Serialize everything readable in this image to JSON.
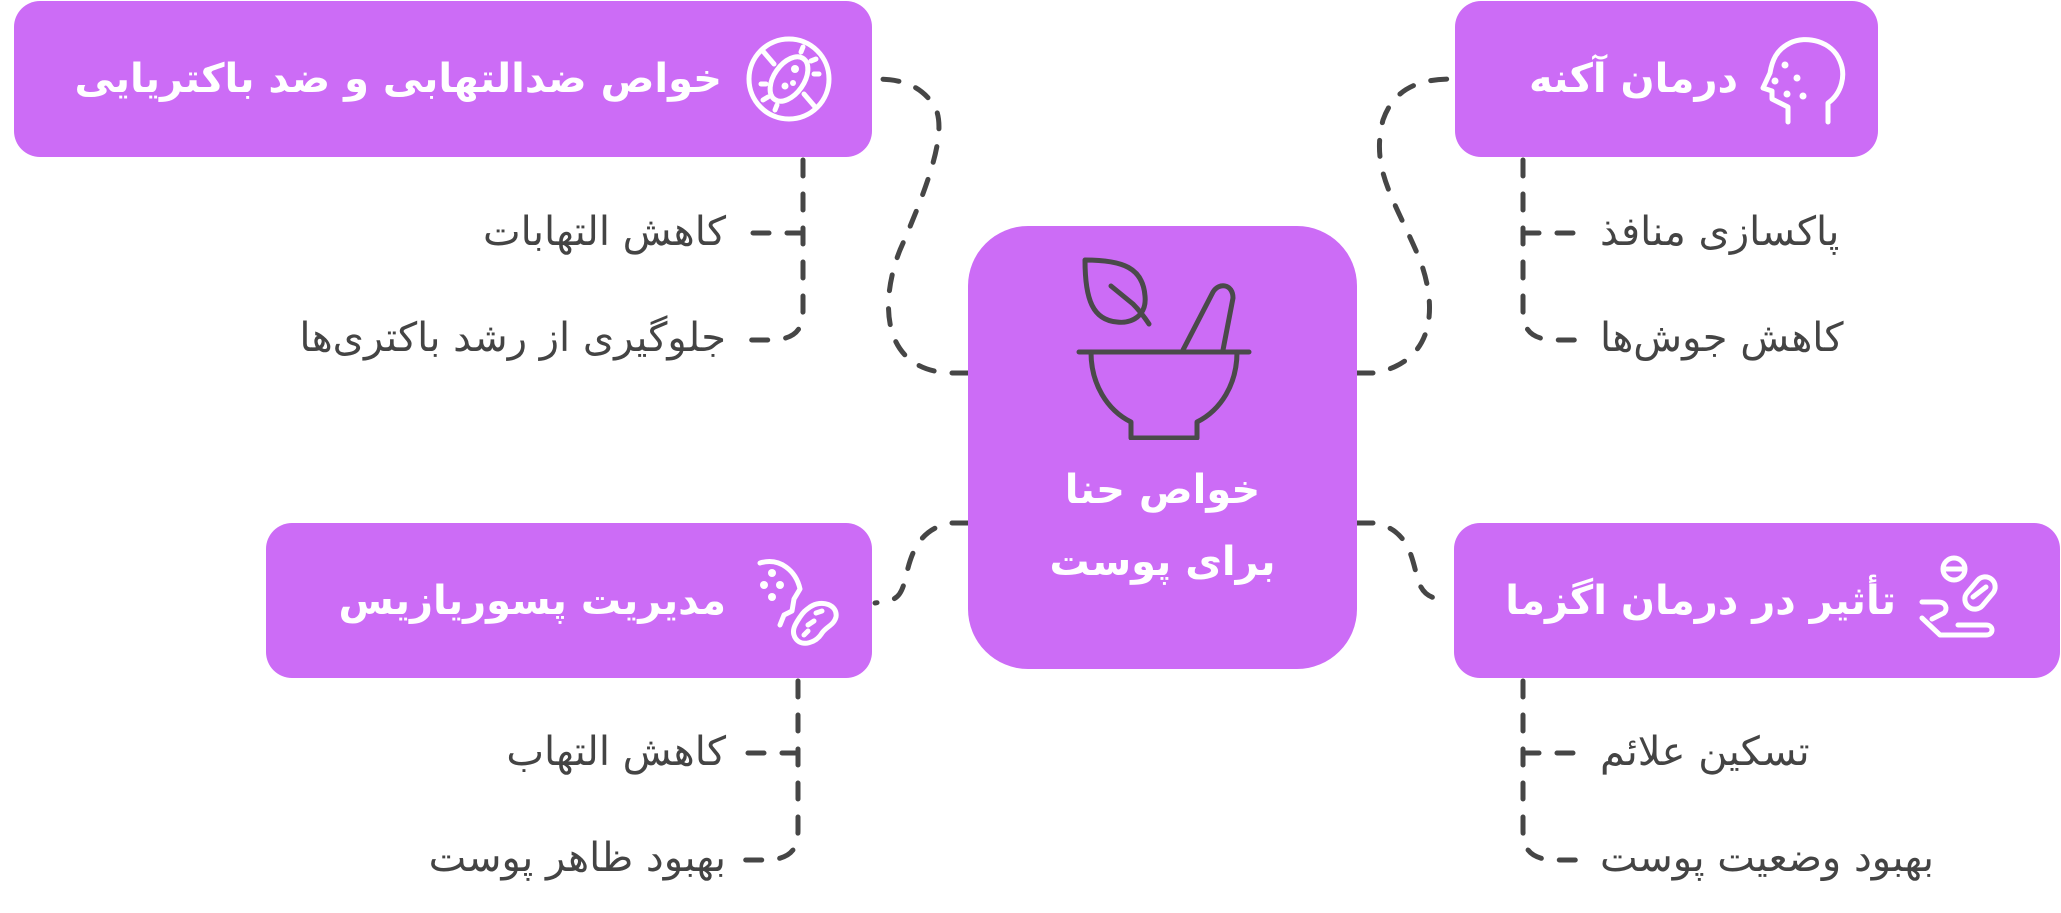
{
  "diagram": {
    "type": "mind-map",
    "accent_color": "#CC6CF6",
    "line_color": "#464646",
    "text_color": "#444444",
    "center": {
      "title_line1": "خواص حنا",
      "title_line2": "برای پوست",
      "icon": "mortar-pestle-leaf-icon"
    },
    "branches": [
      {
        "id": "anti-inflammatory",
        "title": "خواص ضدالتهابی و ضد باکتریایی",
        "icon": "no-bacteria-icon",
        "leaves": [
          "کاهش التهابات",
          "جلوگیری از رشد باکتری‌ها"
        ]
      },
      {
        "id": "acne",
        "title": "درمان آکنه",
        "icon": "head-acne-icon",
        "leaves": [
          "پاکسازی منافذ",
          "کاهش جوش‌ها"
        ]
      },
      {
        "id": "psoriasis",
        "title": "مدیریت پسوریازیس",
        "icon": "psoriasis-skin-icon",
        "leaves": [
          "کاهش التهاب",
          "بهبود ظاهر پوست"
        ]
      },
      {
        "id": "eczema",
        "title": "تأثیر در درمان اگزما",
        "icon": "hand-pills-icon",
        "leaves": [
          "تسکین علائم",
          "بهبود وضعیت پوست"
        ]
      }
    ]
  }
}
